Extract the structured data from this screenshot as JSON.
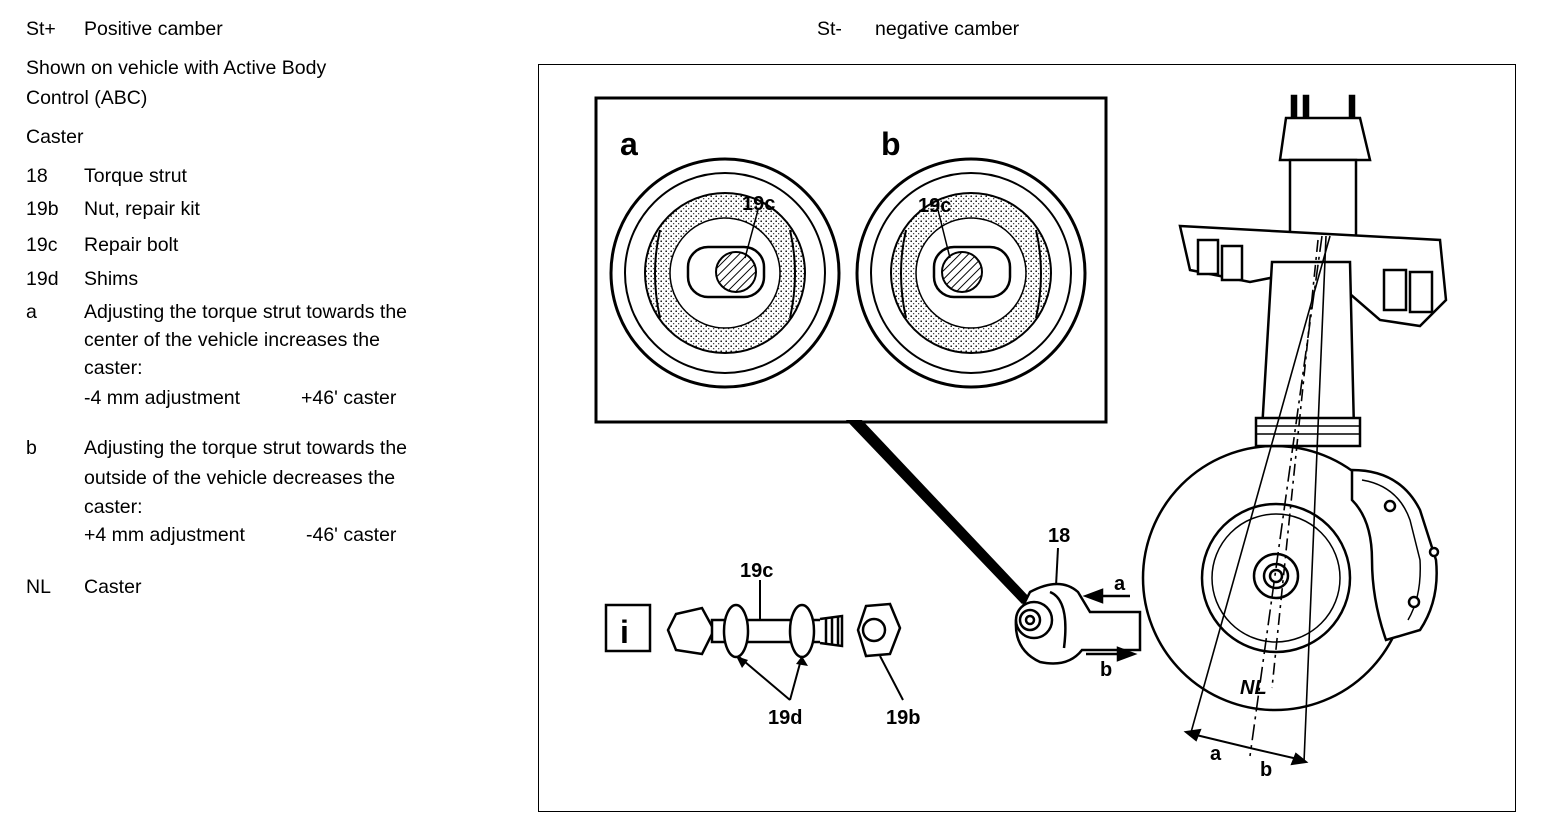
{
  "header": {
    "st_plus_code": "St+",
    "st_plus_text": "Positive camber",
    "st_minus_code": "St-",
    "st_minus_text": "negative camber"
  },
  "intro": {
    "line1": "Shown on vehicle with Active Body",
    "line2": "Control (ABC)",
    "caster_title": "Caster"
  },
  "legend": [
    {
      "code": "18",
      "text": "Torque strut"
    },
    {
      "code": "19b",
      "text": "Nut, repair kit"
    },
    {
      "code": "19c",
      "text": "Repair bolt"
    },
    {
      "code": "19d",
      "text": "Shims"
    }
  ],
  "note_a": {
    "code": "a",
    "line1": "Adjusting the torque strut towards the",
    "line2": "center of the vehicle increases the",
    "line3": "caster:",
    "adjustment": "-4 mm adjustment",
    "result": "+46' caster"
  },
  "note_b": {
    "code": "b",
    "line1": "Adjusting the torque strut towards the",
    "line2": "outside of the vehicle decreases the",
    "line3": "caster:",
    "adjustment": "+4 mm adjustment",
    "result": "-46' caster"
  },
  "note_nl": {
    "code": "NL",
    "text": "Caster"
  },
  "figure": {
    "inset_a": "a",
    "inset_b": "b",
    "bolt_label_left": "19c",
    "bolt_label_right": "19c",
    "info_box": "i",
    "part_19c": "19c",
    "part_19d": "19d",
    "part_19b": "19b",
    "part_18": "18",
    "arrow_a": "a",
    "arrow_b": "b",
    "nl": "NL",
    "bottom_a": "a",
    "bottom_b": "b"
  }
}
